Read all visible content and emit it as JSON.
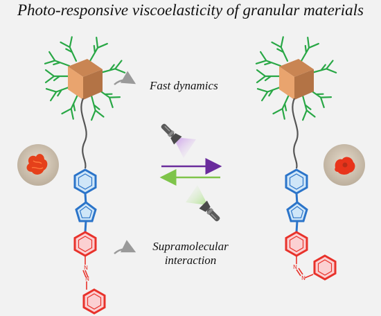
{
  "title": "Photo-responsive viscoelasticity of granular materials",
  "labels": {
    "fast_dynamics": "Fast dynamics",
    "supramolecular_line1": "Supramolecular",
    "supramolecular_line2": "interaction"
  },
  "colors": {
    "background": "#f2f2f2",
    "core_front": "#e9a46e",
    "core_top": "#c98553",
    "core_side": "#b37345",
    "arms": "#28a745",
    "linker": "#555555",
    "blue_ring": "#2b74c9",
    "blue_fill": "#cfe6f8",
    "red_ring": "#e8322b",
    "red_fill": "#fbd0d2",
    "violet_light": "#a259d9",
    "violet_arrow": "#6a2c9c",
    "green_light": "#8cd46a",
    "green_arrow": "#7ec44a",
    "gray_arrow": "#9a9a9a",
    "photo_bg": "#cdbfae",
    "gel": "#e5401a"
  },
  "icons": [
    "curved-arrow-icon",
    "uv-flashlight-icon",
    "visible-flashlight-icon",
    "forward-arrow-icon",
    "backward-arrow-icon"
  ]
}
